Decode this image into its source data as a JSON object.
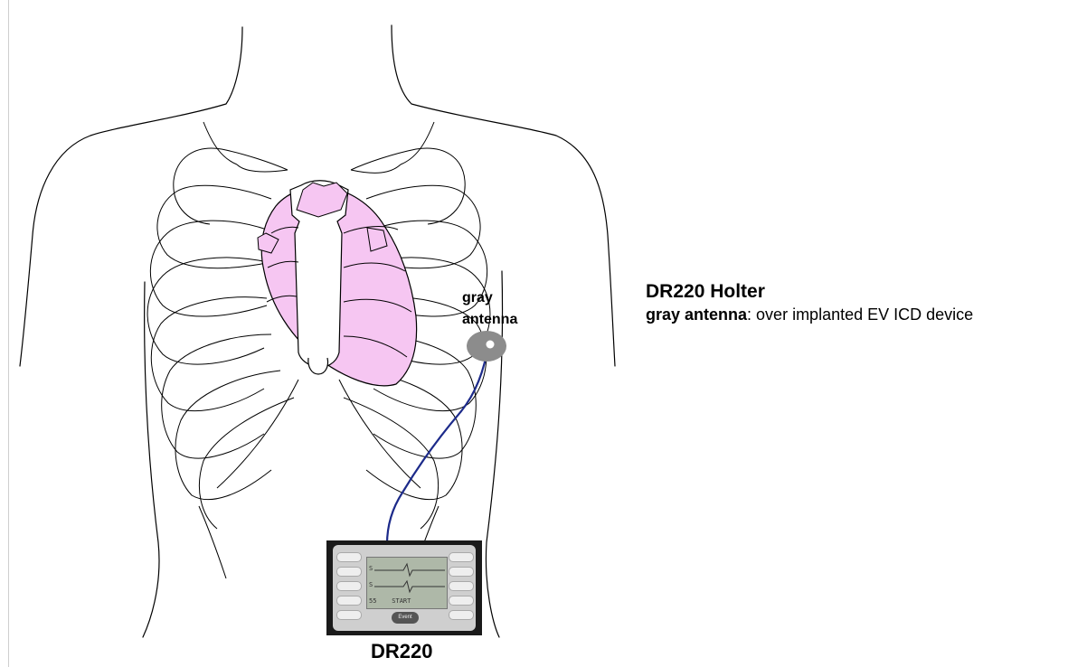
{
  "antenna_label": {
    "line1": "gray",
    "line2": "antenna"
  },
  "device_caption": "DR220",
  "legend": {
    "title": "DR220 Holter",
    "item_term": "gray antenna",
    "item_desc": ": over implanted EV ICD device"
  },
  "recorder": {
    "screen_lines": [
      "S",
      "S",
      "55    START"
    ],
    "button_label": "Event"
  },
  "colors": {
    "heart_fill": "#f6c6f2",
    "antenna_gray": "#8c8c8c",
    "lead_wire": "#1c2a8a",
    "outline": "#000000"
  }
}
